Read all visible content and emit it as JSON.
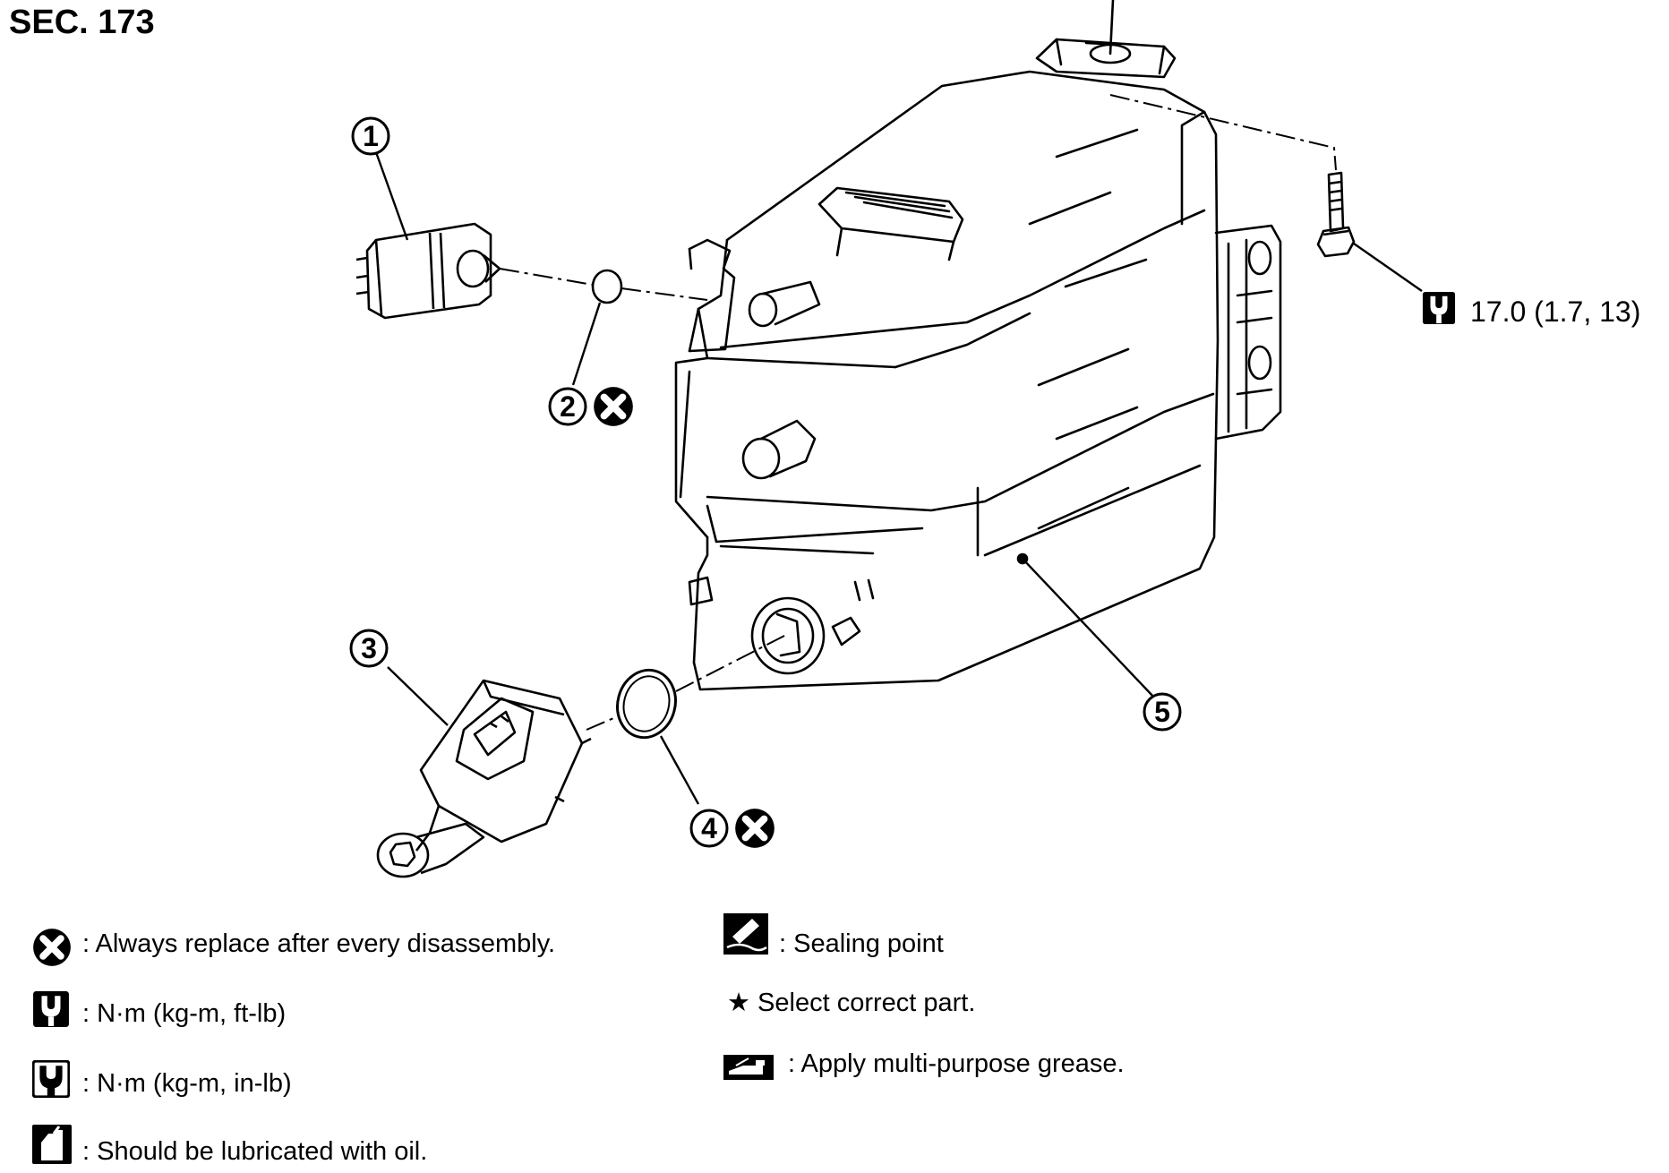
{
  "section": "SEC. 173",
  "callouts": [
    "1",
    "2",
    "3",
    "4",
    "5"
  ],
  "torque_spec": "17.0 (1.7, 13)",
  "legend": {
    "replace": ": Always replace after every disassembly.",
    "torque_ftlb": ": N·m (kg-m, ft-lb)",
    "torque_inlb": ": N·m (kg-m, in-lb)",
    "oil": ": Should be lubricated with oil.",
    "sealing": ": Sealing point",
    "select": "★ Select correct part.",
    "grease": ": Apply multi-purpose grease."
  },
  "icons": {
    "replace": "x-circle-icon",
    "torque_ftlb": "wrench-open-icon",
    "torque_inlb": "wrench-solid-icon",
    "oil": "oil-can-icon",
    "sealing": "sealant-tube-icon",
    "grease": "grease-gun-icon"
  }
}
